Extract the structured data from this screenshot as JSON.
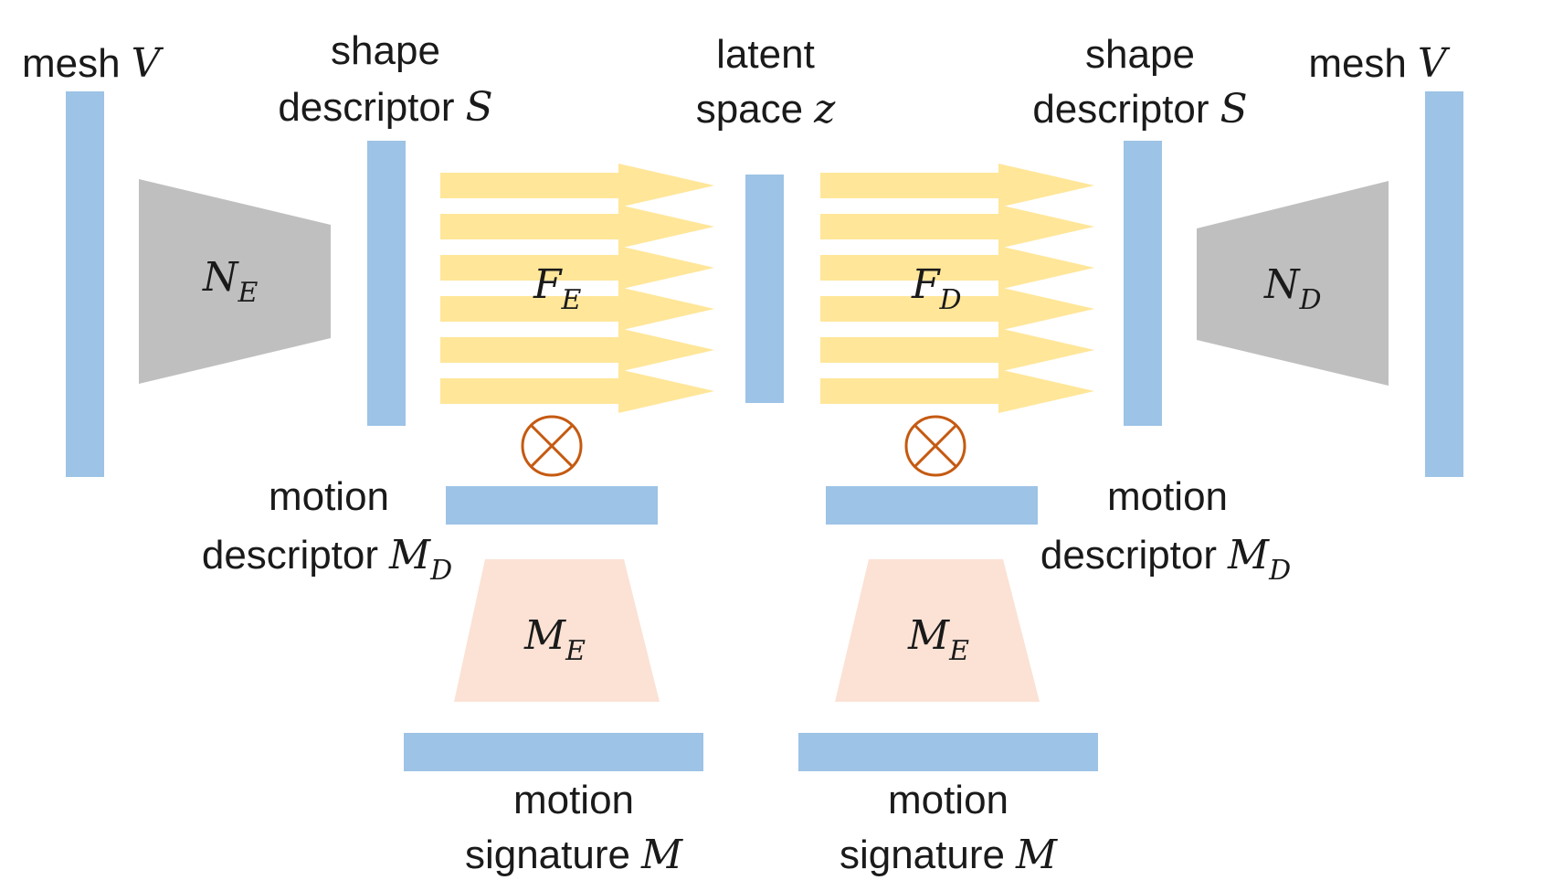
{
  "colors": {
    "blue_bar": "#9dc3e6",
    "gray_network": "#bfbfbf",
    "yellow_arrow": "#ffe699",
    "pink_network": "#fbe2d5",
    "operator": "#c55a11",
    "text": "#1a1a1a"
  },
  "labels": {
    "mesh_left": {
      "text": "mesh",
      "var": "V"
    },
    "shape_left_1": "shape",
    "shape_left_2": {
      "text": "descriptor",
      "var": "S"
    },
    "latent_1": "latent",
    "latent_2": {
      "text": "space",
      "var": "z"
    },
    "shape_right_1": "shape",
    "shape_right_2": {
      "text": "descriptor",
      "var": "S"
    },
    "mesh_right": {
      "text": "mesh",
      "var": "V"
    },
    "motion_desc_left_1": "motion",
    "motion_desc_left_2": {
      "text": "descriptor",
      "var": "M",
      "sub": "D"
    },
    "motion_desc_right_1": "motion",
    "motion_desc_right_2": {
      "text": "descriptor",
      "var": "M",
      "sub": "D"
    },
    "motion_sig_left_1": "motion",
    "motion_sig_left_2": {
      "text": "signature",
      "var": "M"
    },
    "motion_sig_right_1": "motion",
    "motion_sig_right_2": {
      "text": "signature",
      "var": "M"
    }
  },
  "networks": {
    "ne": {
      "var": "N",
      "sub": "E"
    },
    "nd": {
      "var": "N",
      "sub": "D"
    },
    "fe": {
      "var": "F",
      "sub": "E"
    },
    "fd": {
      "var": "F",
      "sub": "D"
    },
    "me_left": {
      "var": "M",
      "sub": "E"
    },
    "me_right": {
      "var": "M",
      "sub": "E"
    }
  },
  "icons": {
    "operator_left": "circled-times-icon",
    "operator_right": "circled-times-icon"
  }
}
